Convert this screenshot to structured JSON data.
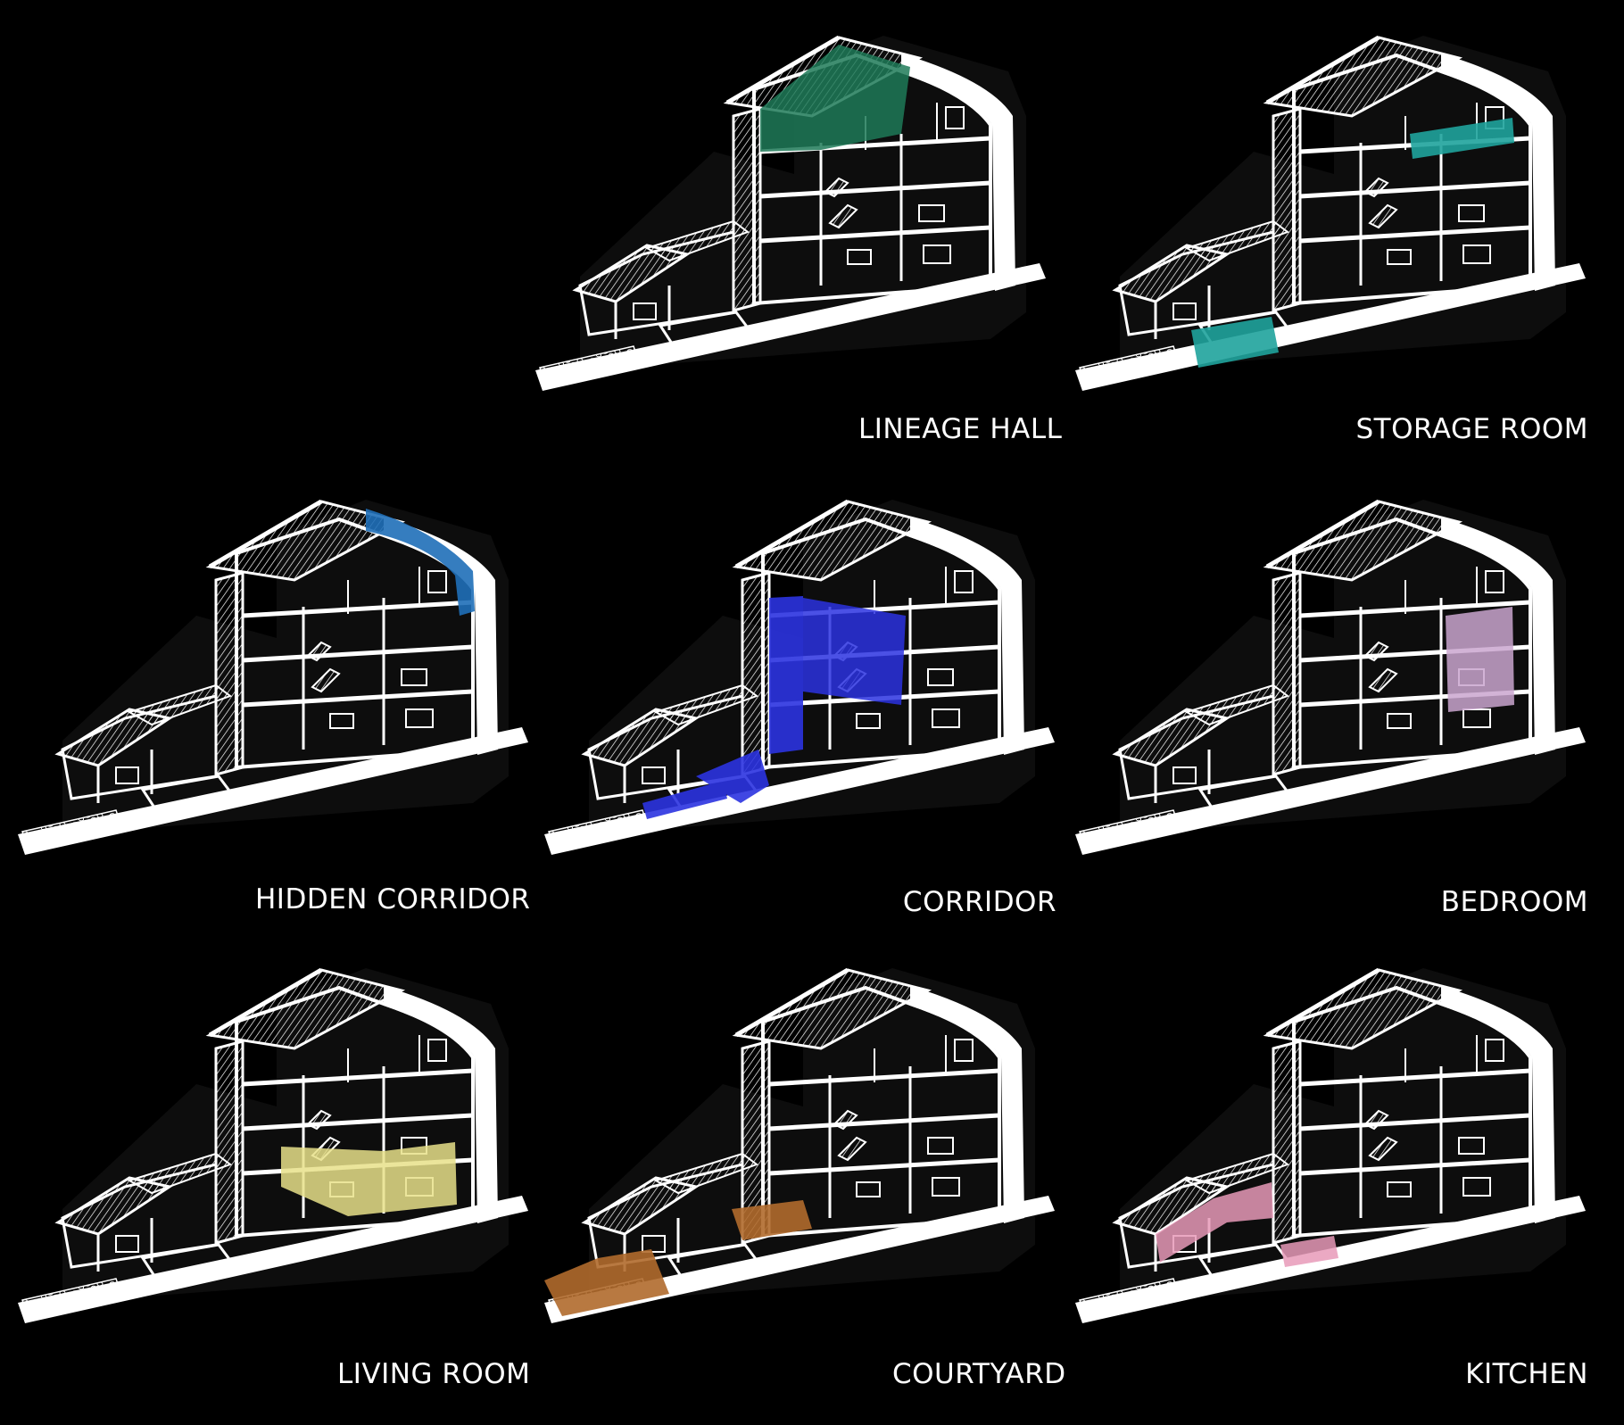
{
  "background_color": "#000000",
  "line_color": "#ffffff",
  "panels": [
    {
      "id": "lineage-hall",
      "label": "LINEAGE HALL",
      "highlight_color": "#1f7a58"
    },
    {
      "id": "storage-room",
      "label": "STORAGE ROOM",
      "highlight_color": "#1fa39c"
    },
    {
      "id": "hidden-corridor",
      "label": "HIDDEN CORRIDOR",
      "highlight_color": "#1f6fb8"
    },
    {
      "id": "corridor",
      "label": "CORRIDOR",
      "highlight_color": "#2b33e0"
    },
    {
      "id": "bedroom",
      "label": "BEDROOM",
      "highlight_color": "#caa6cf"
    },
    {
      "id": "living-room",
      "label": "LIVING ROOM",
      "highlight_color": "#e8e08a"
    },
    {
      "id": "courtyard",
      "label": "COURTYARD",
      "highlight_color": "#b06a2c"
    },
    {
      "id": "kitchen",
      "label": "KITCHEN",
      "highlight_color": "#e89ab8"
    }
  ]
}
